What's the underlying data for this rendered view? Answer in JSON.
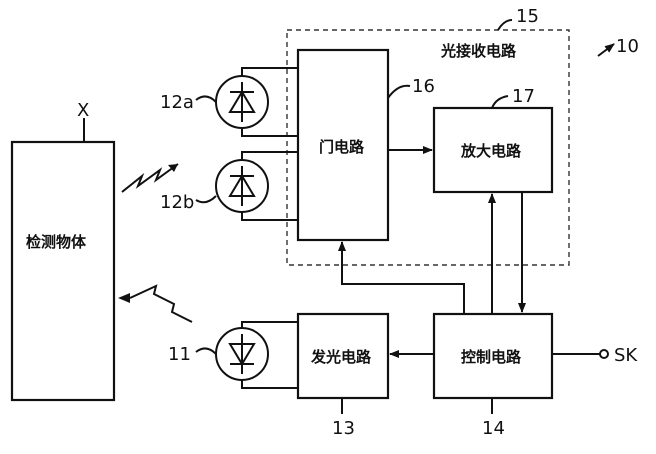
{
  "diagram": {
    "system_ref": "10",
    "object": {
      "ref": "X",
      "label": "检测物体"
    },
    "light_receiving_circuit": {
      "ref": "15",
      "label": "光接收电路"
    },
    "gate_circuit": {
      "ref": "16",
      "label": "门电路"
    },
    "amplifier_circuit": {
      "ref": "17",
      "label": "放大电路"
    },
    "light_emitting_circuit": {
      "ref": "13",
      "label": "发光电路"
    },
    "control_circuit": {
      "ref": "14",
      "label": "控制电路"
    },
    "photodiode_a": {
      "ref": "12a"
    },
    "photodiode_b": {
      "ref": "12b"
    },
    "emitter_diode": {
      "ref": "11"
    },
    "terminal": {
      "ref": "SK"
    }
  }
}
